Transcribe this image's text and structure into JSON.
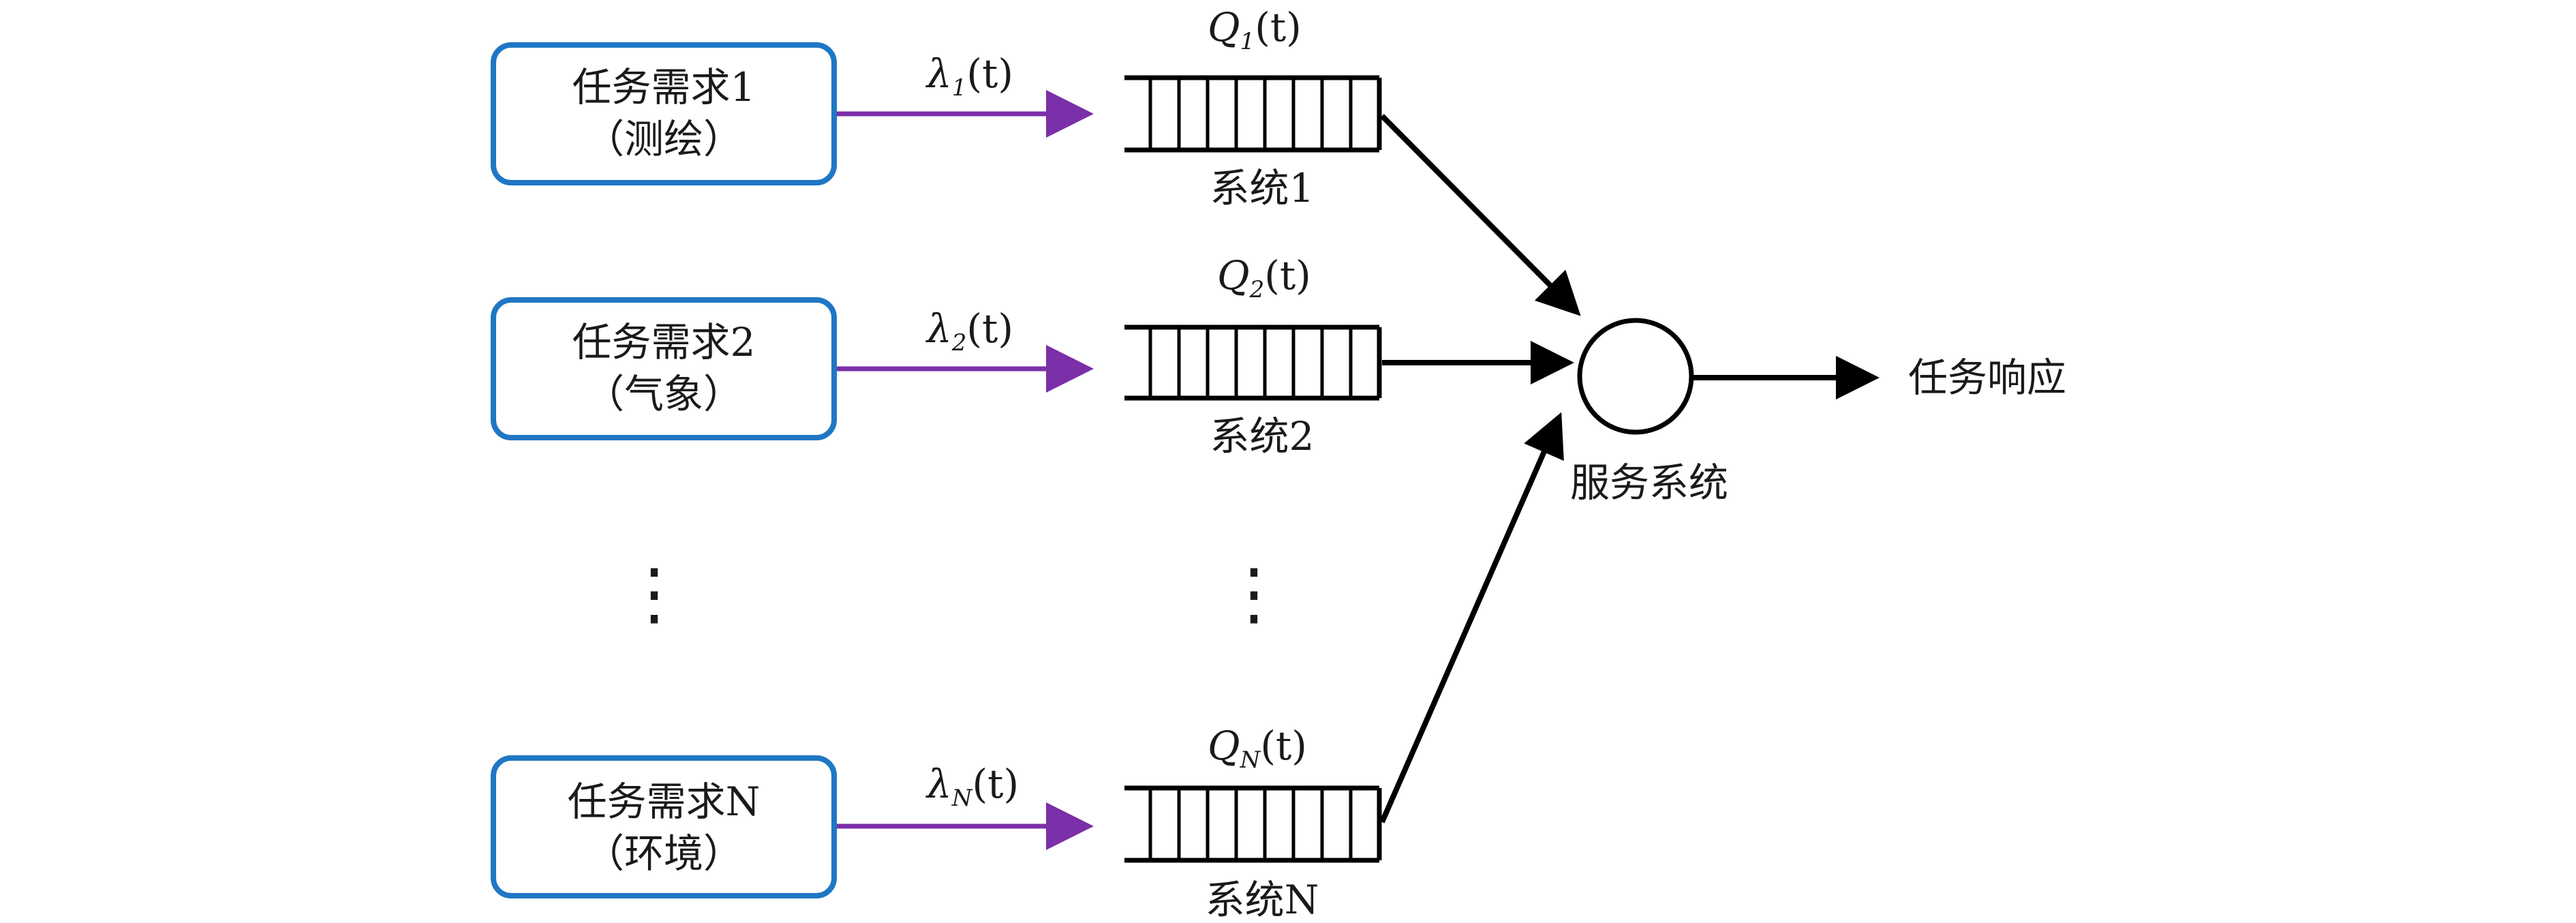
{
  "demands": [
    {
      "title": "任务需求1",
      "subtitle": "（测绘）",
      "rate_symbol": "λ",
      "rate_sub": "1",
      "rate_arg": "(t)",
      "queue_symbol": "Q",
      "queue_sub": "1",
      "queue_arg": "(t)",
      "system_label": "系统1"
    },
    {
      "title": "任务需求2",
      "subtitle": "（气象）",
      "rate_symbol": "λ",
      "rate_sub": "2",
      "rate_arg": "(t)",
      "queue_symbol": "Q",
      "queue_sub": "2",
      "queue_arg": "(t)",
      "system_label": "系统2"
    },
    {
      "title": "任务需求N",
      "subtitle": "（环境）",
      "rate_symbol": "λ",
      "rate_sub": "N",
      "rate_arg": "(t)",
      "queue_symbol": "Q",
      "queue_sub": "N",
      "queue_arg": "(t)",
      "system_label": "系统N"
    }
  ],
  "ellipsis": "⋮",
  "server_label": "服务系统",
  "output_label": "任务响应",
  "colors": {
    "box_border": "#1f77c4",
    "input_arrow": "#7b2fa8",
    "line": "#000000"
  }
}
